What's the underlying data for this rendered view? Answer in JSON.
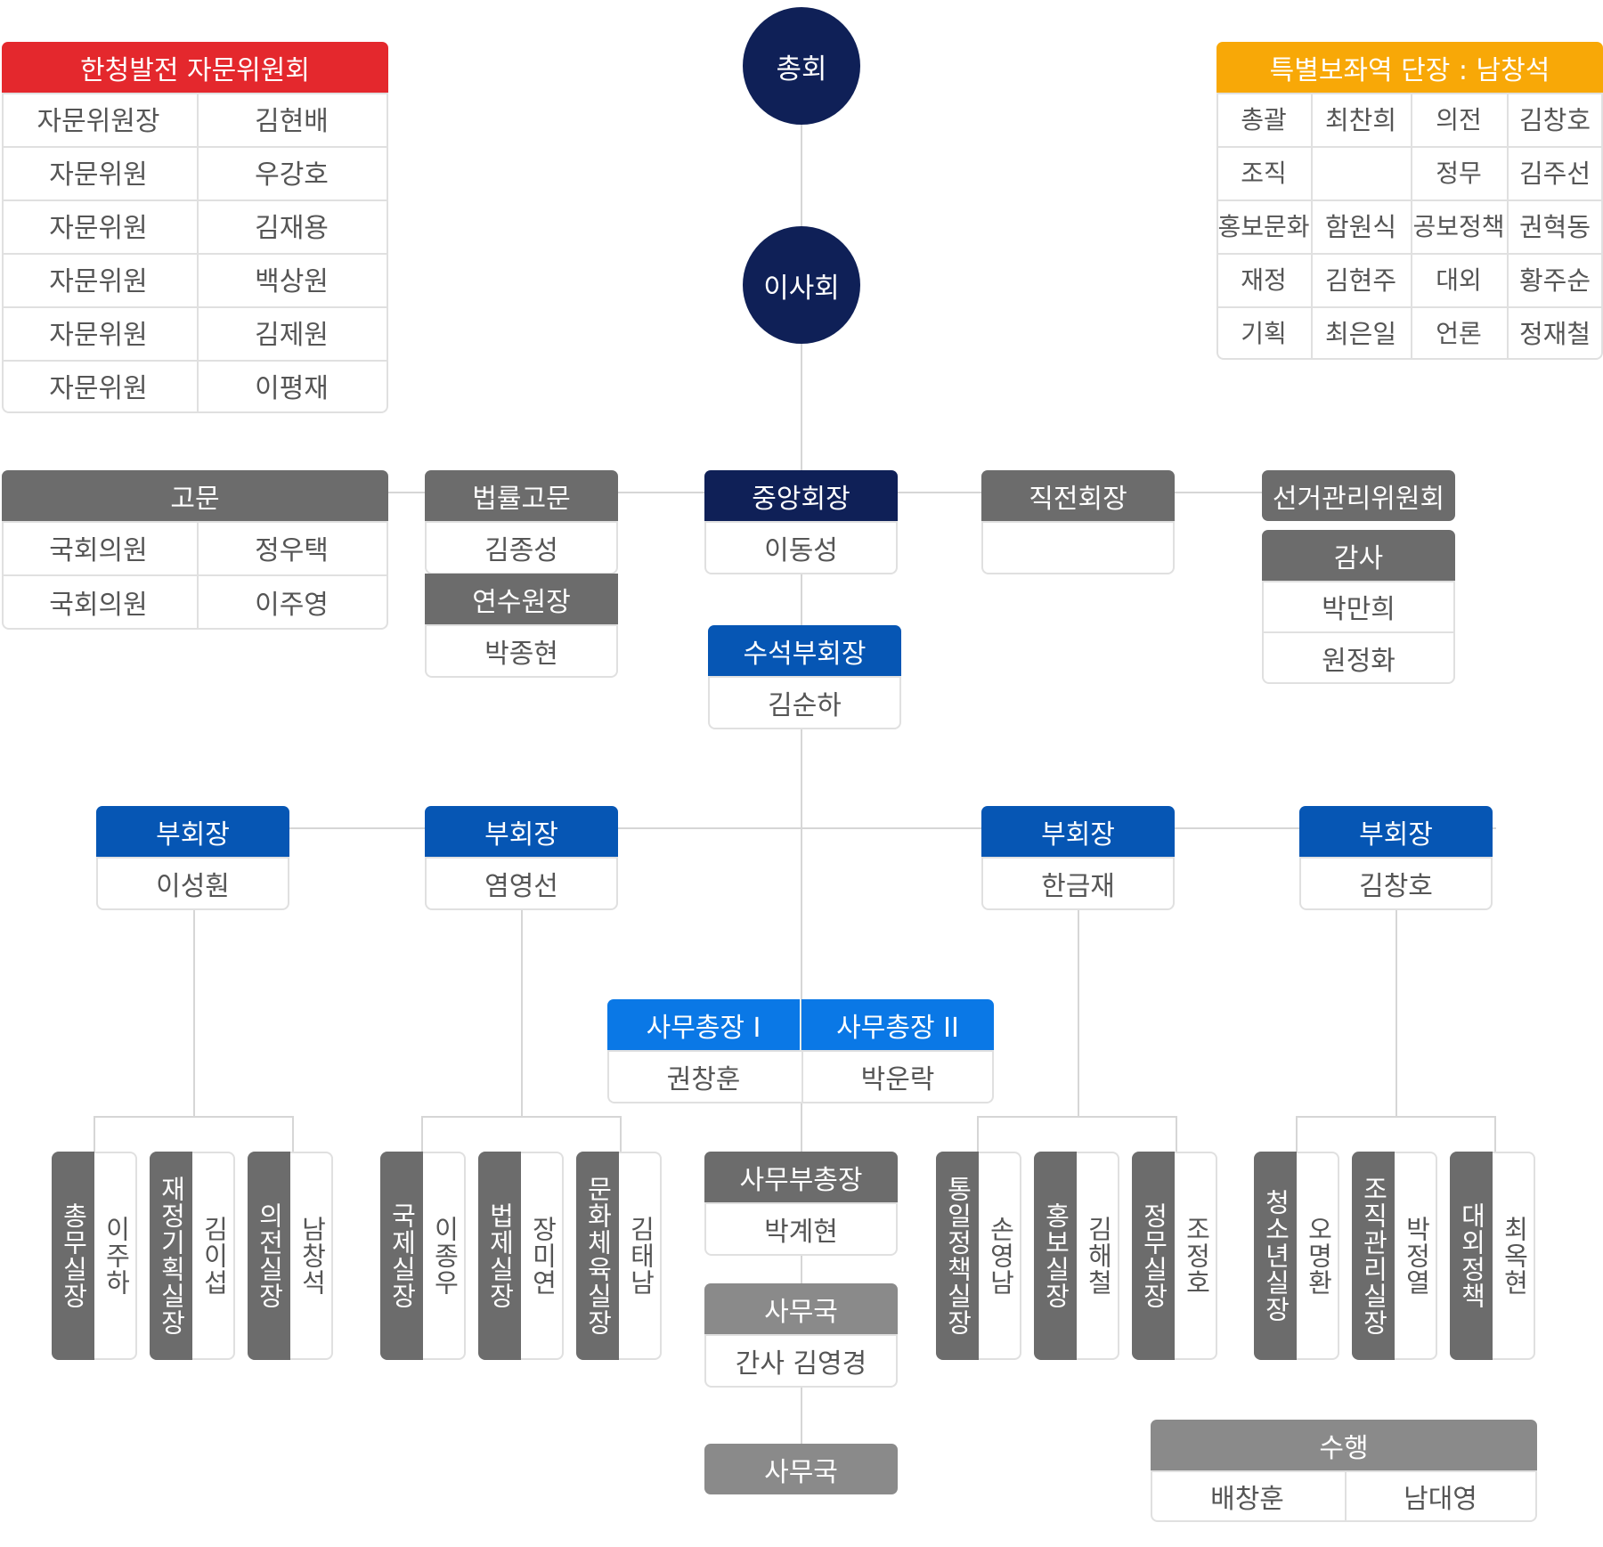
{
  "top": {
    "general_assembly": "총회",
    "board": "이사회"
  },
  "advisory": {
    "title": "한청발전 자문위원회",
    "rows": [
      [
        "자문위원장",
        "김현배"
      ],
      [
        "자문위원",
        "우강호"
      ],
      [
        "자문위원",
        "김재용"
      ],
      [
        "자문위원",
        "백상원"
      ],
      [
        "자문위원",
        "김제원"
      ],
      [
        "자문위원",
        "이평재"
      ]
    ]
  },
  "special": {
    "title": "특별보좌역 단장 : 남창석",
    "rows": [
      [
        "총괄",
        "최찬희",
        "의전",
        "김창호"
      ],
      [
        "조직",
        "",
        "정무",
        "김주선"
      ],
      [
        "홍보문화",
        "함원식",
        "공보정책",
        "권혁동"
      ],
      [
        "재정",
        "김현주",
        "대외",
        "황주순"
      ],
      [
        "기획",
        "최은일",
        "언론",
        "정재철"
      ]
    ]
  },
  "advisor": {
    "title": "고문",
    "rows": [
      [
        "국회의원",
        "정우택"
      ],
      [
        "국회의원",
        "이주영"
      ]
    ]
  },
  "legal": {
    "title": "법률고문",
    "name": "김종성"
  },
  "training": {
    "title": "연수원장",
    "name": "박종현"
  },
  "president": {
    "title": "중앙회장",
    "name": "이동성"
  },
  "former": {
    "title": "직전회장",
    "name": ""
  },
  "election": {
    "title": "선거관리위원회"
  },
  "audit": {
    "title": "감사",
    "names": [
      "박만희",
      "원정화"
    ]
  },
  "senior_vp": {
    "title": "수석부회장",
    "name": "김순하"
  },
  "vps": [
    {
      "title": "부회장",
      "name": "이성훤"
    },
    {
      "title": "부회장",
      "name": "염영선"
    },
    {
      "title": "부회장",
      "name": "한금재"
    },
    {
      "title": "부회장",
      "name": "김창호"
    }
  ],
  "secgen": [
    {
      "title": "사무총장 I",
      "name": "권창훈"
    },
    {
      "title": "사무총장 II",
      "name": "박운락"
    }
  ],
  "deputy": {
    "title": "사무부총장",
    "name": "박계현"
  },
  "office": {
    "title": "사무국",
    "name": "간사 김영경"
  },
  "office2": {
    "title": "사무국"
  },
  "depts": [
    {
      "title": "총무실장",
      "name": "이주하"
    },
    {
      "title": "재정기획실장",
      "name": "김이섭"
    },
    {
      "title": "의전실장",
      "name": "남창석"
    },
    {
      "title": "국제실장",
      "name": "이종우"
    },
    {
      "title": "법제실장",
      "name": "장미연"
    },
    {
      "title": "문화체육실장",
      "name": "김태남"
    },
    {
      "title": "통일정책실장",
      "name": "손영남"
    },
    {
      "title": "홍보실장",
      "name": "김해철"
    },
    {
      "title": "정무실장",
      "name": "조정호"
    },
    {
      "title": "청소년실장",
      "name": "오명환"
    },
    {
      "title": "조직관리실장",
      "name": "박정열"
    },
    {
      "title": "대외정책",
      "name": "최옥현"
    }
  ],
  "escort": {
    "title": "수행",
    "names": [
      "배창훈",
      "남대영"
    ]
  },
  "colors": {
    "navy": "#0f2057",
    "blue": "#0656b4",
    "bright_blue": "#0a78e6",
    "gray": "#6c6c6c",
    "red": "#e4282d",
    "orange": "#f8a807"
  }
}
